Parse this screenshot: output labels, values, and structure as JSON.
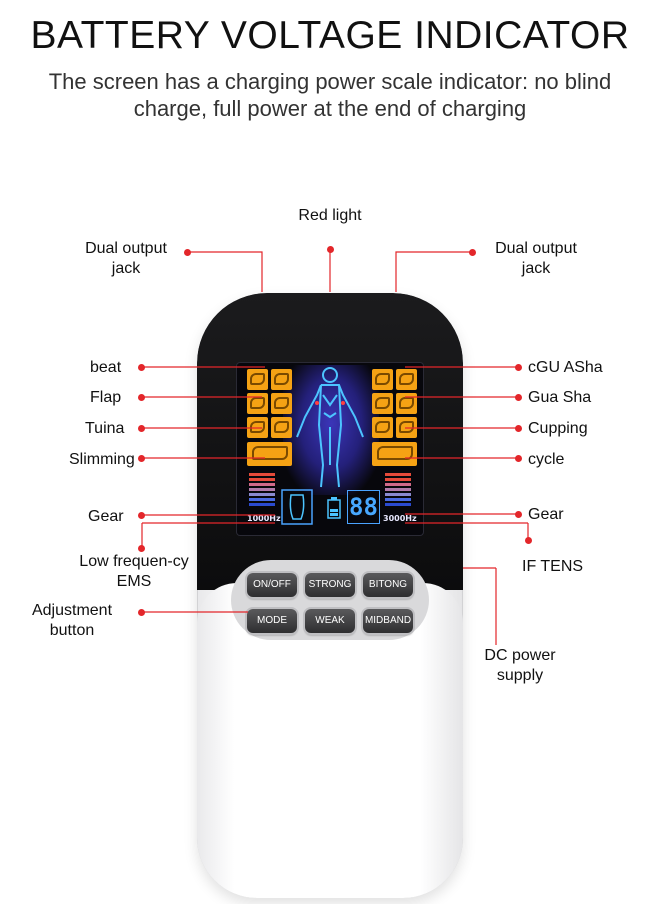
{
  "header": {
    "title": "BATTERY VOLTAGE INDICATOR",
    "subtitle": "The screen has a charging power scale indicator: no blind charge, full power at the end of charging"
  },
  "labels": {
    "red_light": "Red light",
    "dual_output_jack_left": "Dual output jack",
    "dual_output_jack_right": "Dual output jack",
    "beat": "beat",
    "flap": "Flap",
    "tuina": "Tuina",
    "slimming": "Slimming",
    "gear_left": "Gear",
    "low_frequency_ems": "Low frequen-cy EMS",
    "adjustment_button": "Adjustment button",
    "cgu_asha": "cGU ASha",
    "gua_sha": "Gua Sha",
    "cupping": "Cupping",
    "cycle": "cycle",
    "gear_right": "Gear",
    "if_tens": "IF TENS",
    "dc_power_supply": "DC power supply"
  },
  "screen": {
    "freq_left": "1000Hz",
    "freq_right": "3000Hz",
    "digits": "88"
  },
  "buttons": {
    "on_off": "ON/OFF",
    "strong": "STRONG",
    "bitong": "BITONG",
    "mode": "MODE",
    "weak": "WEAK",
    "midband": "MIDBAND"
  },
  "colors": {
    "accent_red": "#e3262a",
    "mode_icon_orange": "#f5a214",
    "screen_blue": "#48a8ff"
  }
}
